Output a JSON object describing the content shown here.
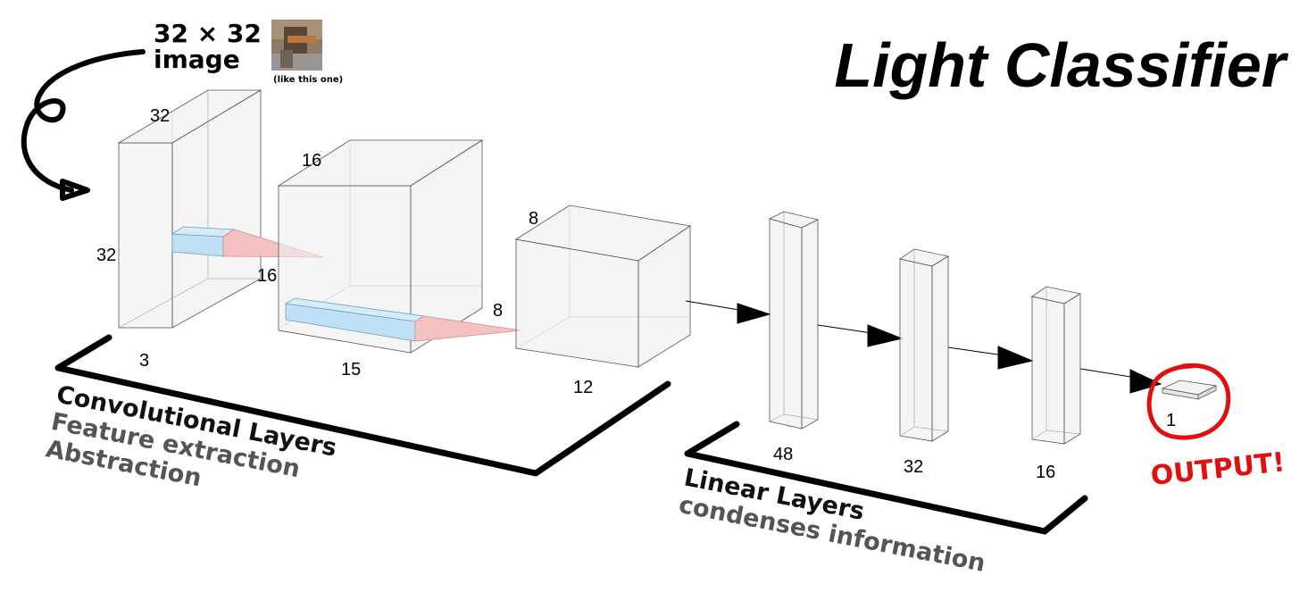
{
  "title": "Light Classifier",
  "input": {
    "size_label": "32 × 32",
    "word": "image",
    "note": "(like this one)"
  },
  "dimensions": {
    "conv1_height": "32",
    "conv1_width": "32",
    "conv1_depth": "3",
    "conv2_top": "16",
    "conv2_side": "16",
    "conv2_depth": "15",
    "conv3_top": "8",
    "conv3_side": "8",
    "conv3_depth": "12",
    "lin1": "48",
    "lin2": "32",
    "lin3": "16",
    "output": "1"
  },
  "sections": {
    "conv_title": "Convolutional Layers",
    "conv_line2": "Feature extraction",
    "conv_line3": "Abstraction",
    "linear_title": "Linear Layers",
    "linear_line2": "condenses information"
  },
  "output_label": "OUTPUT!",
  "colors": {
    "kernel_blue": "#bfe0f5",
    "kernel_red": "#f5c2c2",
    "annotation_red": "#e01010"
  }
}
